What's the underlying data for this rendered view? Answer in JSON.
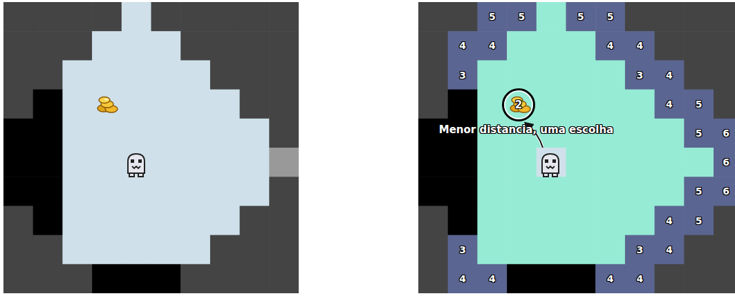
{
  "diagram": {
    "nodes": [
      {
        "text": [
          "2"
        ]
      }
    ],
    "labels": [
      "5",
      "5",
      "5",
      "5",
      "4",
      "4",
      "4",
      "4",
      "3",
      "3",
      "4",
      "4",
      "5",
      "5",
      "6",
      "6",
      "5",
      "6",
      "4",
      "5",
      "3",
      "3",
      "4",
      "4",
      "4",
      "4",
      "4",
      "Menor distancia, uma escolha"
    ]
  }
}
